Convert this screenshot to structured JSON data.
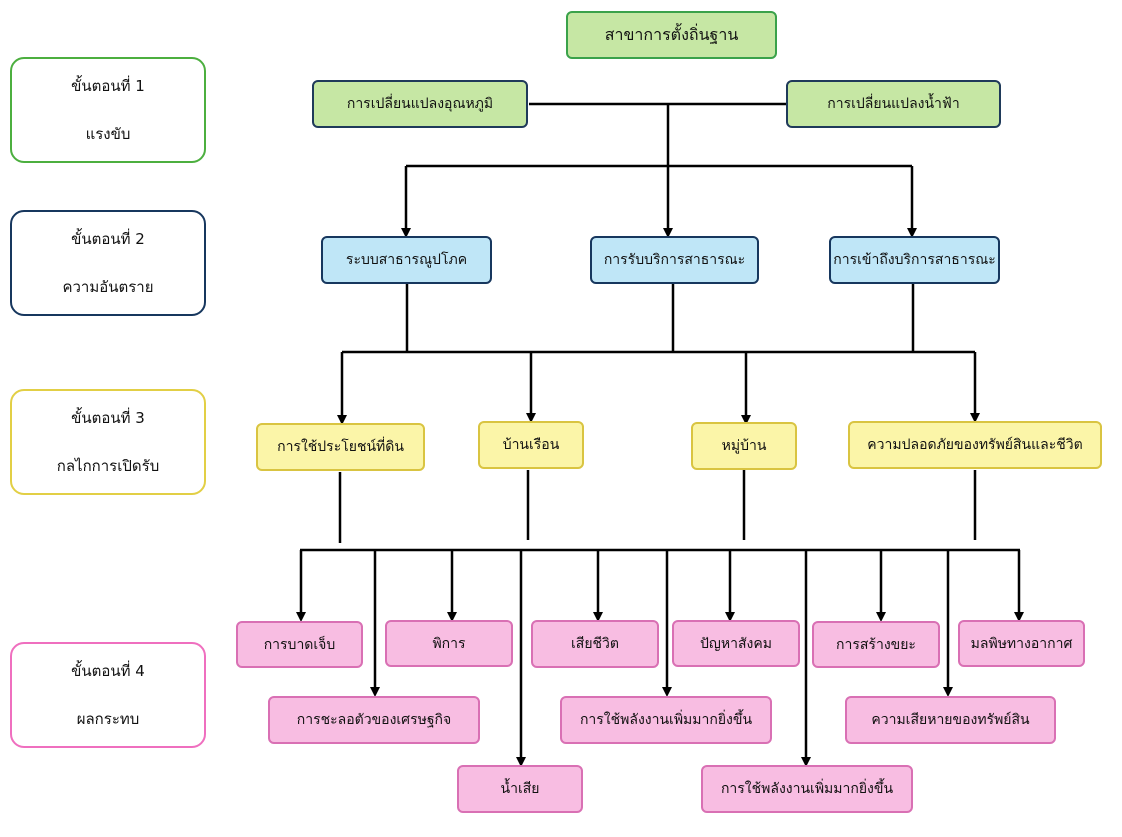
{
  "root": "สาขาการตั้งถิ่นฐาน",
  "stages": [
    {
      "title": "ขั้นตอนที่ 1",
      "subtitle": "แรงขับ",
      "border": "#4caf3f"
    },
    {
      "title": "ขั้นตอนที่ 2",
      "subtitle": "ความอันตราย",
      "border": "#17375e"
    },
    {
      "title": "ขั้นตอนที่ 3",
      "subtitle": "กลไกการเปิดรับ",
      "border": "#e2cf45"
    },
    {
      "title": "ขั้นตอนที่ 4",
      "subtitle": "ผลกระทบ",
      "border": "#ef6fbf"
    }
  ],
  "drivers": [
    "การเปลี่ยนแปลงอุณหภูมิ",
    "การเปลี่ยนแปลงน้ำฟ้า"
  ],
  "hazards": [
    "ระบบสาธารณูปโภค",
    "การรับบริการสาธารณะ",
    "การเข้าถึงบริการสาธารณะ"
  ],
  "exposures": [
    "การใช้ประโยชน์ที่ดิน",
    "บ้านเรือน",
    "หมู่บ้าน",
    "ความปลอดภัยของทรัพย์สินและชีวิต"
  ],
  "impacts": [
    "การบาดเจ็บ",
    "การชะลอตัวของเศรษฐกิจ",
    "พิการ",
    "น้ำเสีย",
    "เสียชีวิต",
    "การใช้พลังงานเพิ่มมากยิ่งขึ้น",
    "ปัญหาสังคม",
    "การใช้พลังงานเพิ่มมากยิ่งขึ้น",
    "การสร้างขยะ",
    "ความเสียหายของทรัพย์สิน",
    "มลพิษทางอากาศ"
  ],
  "colors": {
    "driver_fill": "#c6e7a4",
    "hazard_fill": "#bfe6f7",
    "exposure_fill": "#fbf5a8",
    "impact_fill": "#f8bde2",
    "connector": "#000000"
  }
}
